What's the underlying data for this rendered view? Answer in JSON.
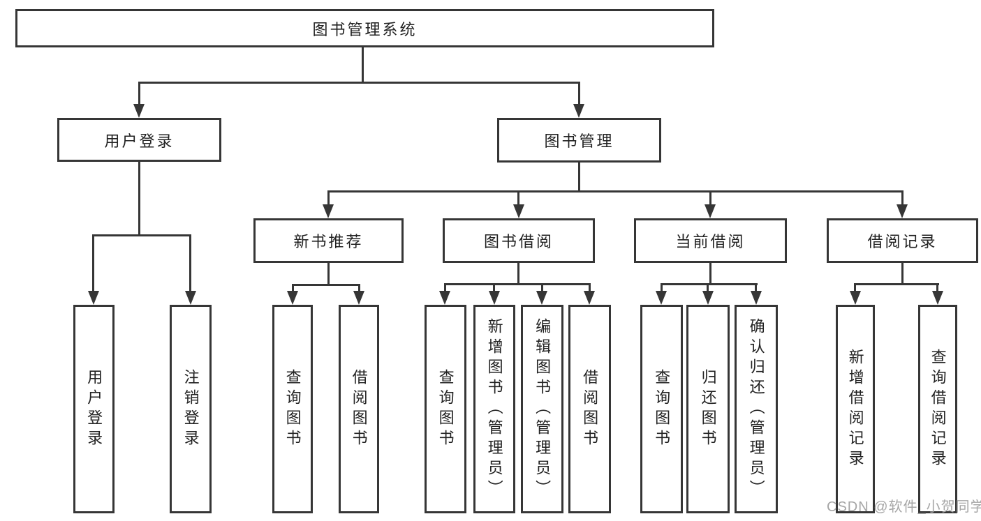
{
  "diagram": {
    "root": {
      "label": "图书管理系统"
    },
    "level2": [
      {
        "label": "用户登录"
      },
      {
        "label": "图书管理"
      }
    ],
    "level3": [
      {
        "parent": "图书管理",
        "label": "新书推荐"
      },
      {
        "parent": "图书管理",
        "label": "图书借阅"
      },
      {
        "parent": "图书管理",
        "label": "当前借阅"
      },
      {
        "parent": "图书管理",
        "label": "借阅记录"
      }
    ],
    "leaves": [
      {
        "parent": "用户登录",
        "label": "用户登录"
      },
      {
        "parent": "用户登录",
        "label": "注销登录"
      },
      {
        "parent": "新书推荐",
        "label": "查询图书"
      },
      {
        "parent": "新书推荐",
        "label": "借阅图书"
      },
      {
        "parent": "图书借阅",
        "label": "查询图书"
      },
      {
        "parent": "图书借阅",
        "label": "新增图书（管理员）"
      },
      {
        "parent": "图书借阅",
        "label": "编辑图书（管理员）"
      },
      {
        "parent": "图书借阅",
        "label": "借阅图书"
      },
      {
        "parent": "当前借阅",
        "label": "查询图书"
      },
      {
        "parent": "当前借阅",
        "label": "归还图书"
      },
      {
        "parent": "当前借阅",
        "label": "确认归还（管理员）"
      },
      {
        "parent": "借阅记录",
        "label": "新增借阅记录"
      },
      {
        "parent": "借阅记录",
        "label": "查询借阅记录"
      }
    ]
  },
  "watermark": {
    "text": "CSDN @软件_小贺同学"
  },
  "colors": {
    "line": "#363636",
    "text": "#222222",
    "background": "#ffffff",
    "watermark": "#a6a6a6"
  }
}
